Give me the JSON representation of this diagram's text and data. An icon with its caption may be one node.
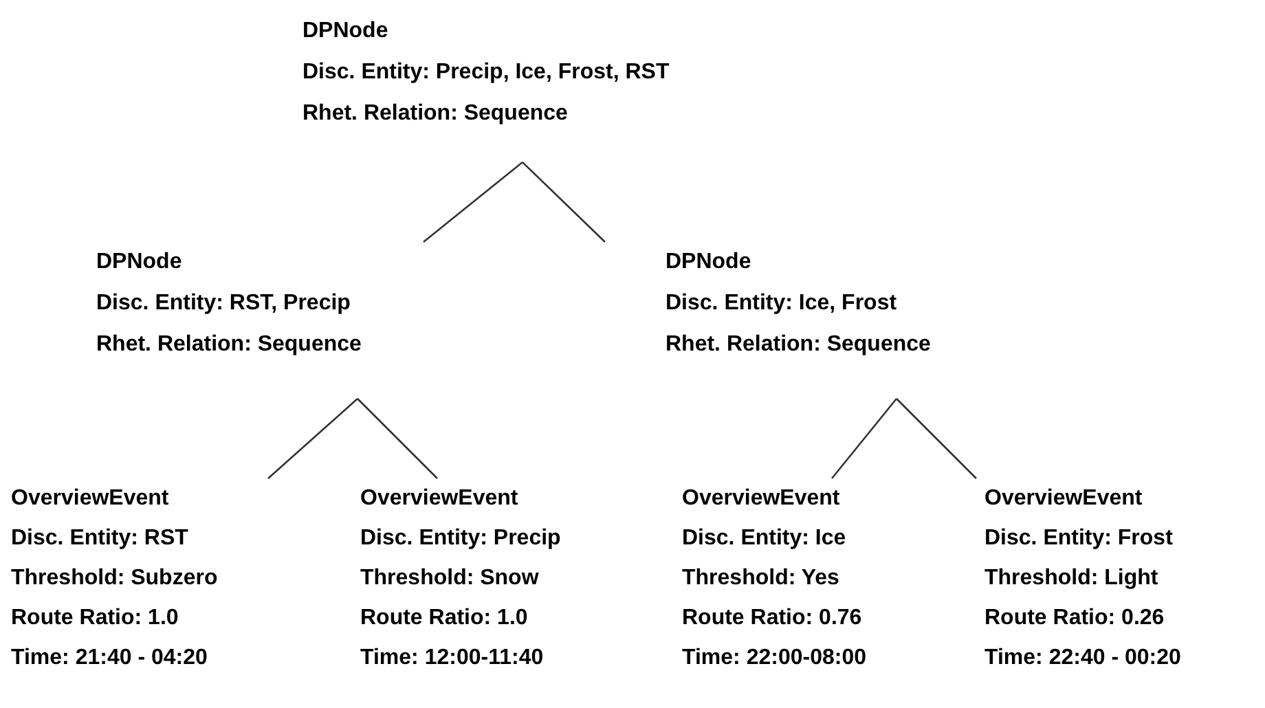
{
  "diagram": {
    "nodes": [
      {
        "text": [
          "DPNode",
          "Disc. Entity: Precip, Ice, Frost, RST",
          "Rhet. Relation: Sequence"
        ]
      },
      {
        "text": [
          "DPNode",
          "Disc. Entity: RST, Precip",
          "Rhet. Relation: Sequence"
        ]
      },
      {
        "text": [
          "DPNode",
          "Disc. Entity: Ice, Frost",
          "Rhet. Relation: Sequence"
        ]
      },
      {
        "text": [
          "OverviewEvent",
          "Disc. Entity: RST",
          "Threshold: Subzero",
          "Route Ratio: 1.0",
          "Time: 21:40 - 04:20"
        ]
      },
      {
        "text": [
          "OverviewEvent",
          "Disc. Entity: Precip",
          "Threshold: Snow",
          "Route Ratio: 1.0",
          "Time: 12:00-11:40"
        ]
      },
      {
        "text": [
          "OverviewEvent",
          "Disc. Entity: Ice",
          "Threshold: Yes",
          "Route Ratio: 0.76",
          "Time: 22:00-08:00"
        ]
      },
      {
        "text": [
          "OverviewEvent",
          "Disc. Entity: Frost",
          "Threshold: Light",
          "Route Ratio: 0.26",
          "Time: 22:40 - 00:20"
        ]
      }
    ],
    "edges": [
      {
        "from": 0,
        "to": 1,
        "arrow": "none"
      },
      {
        "from": 0,
        "to": 2,
        "arrow": "none"
      },
      {
        "from": 1,
        "to": 3,
        "arrow": "none"
      },
      {
        "from": 1,
        "to": 4,
        "arrow": "none"
      },
      {
        "from": 2,
        "to": 5,
        "arrow": "none"
      },
      {
        "from": 2,
        "to": 6,
        "arrow": "none"
      }
    ]
  }
}
